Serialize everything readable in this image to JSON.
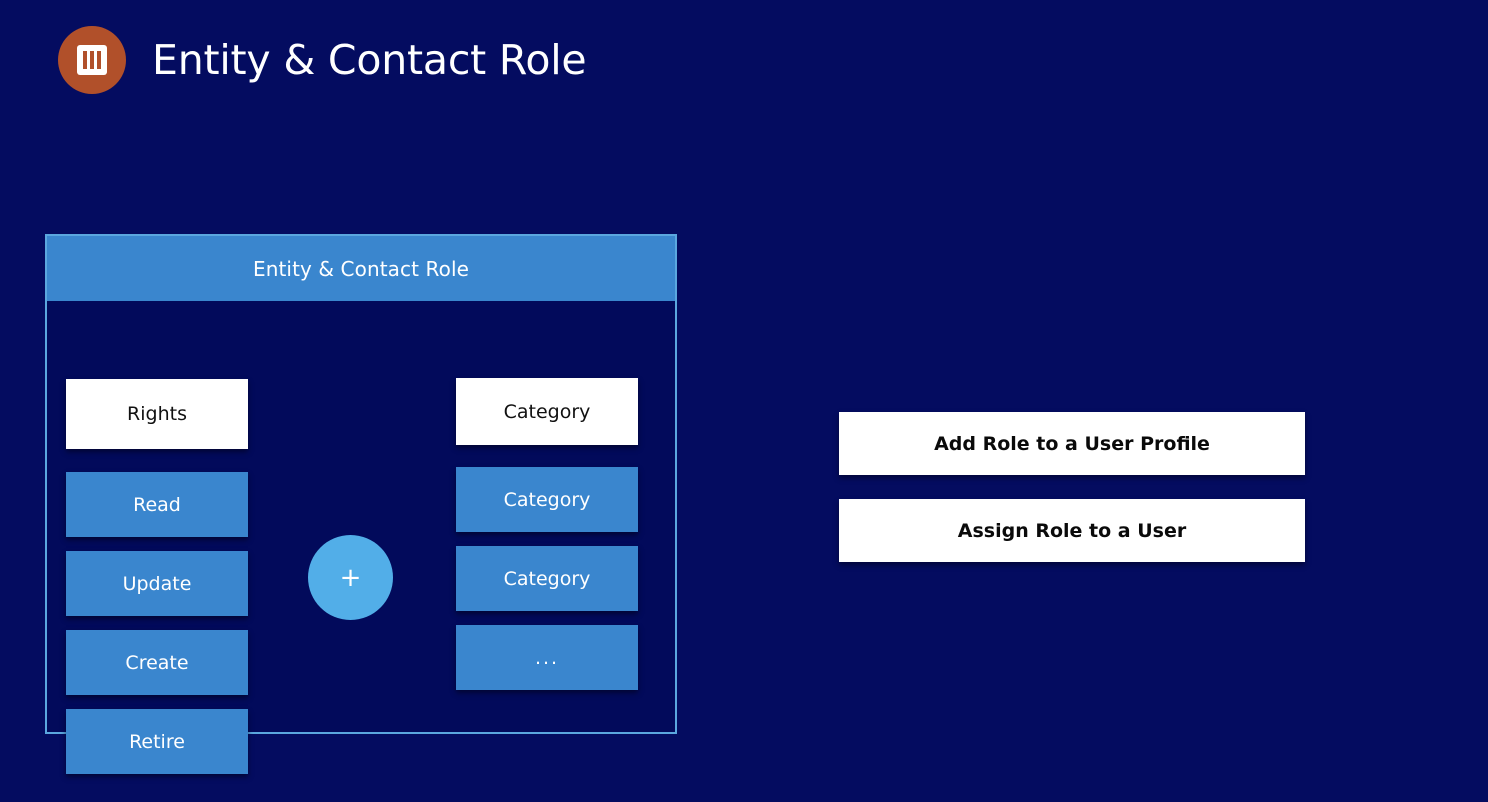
{
  "page": {
    "background_color": "#040C60",
    "title": "Entity & Contact Role",
    "brand_icon": "columns-icon",
    "brand_color": "#B1502A"
  },
  "card": {
    "header_title": "Entity & Contact Role",
    "accent_color": "#3A86CE",
    "border_color": "#5BA7DF",
    "rights_column": {
      "header": "Rights",
      "items": [
        {
          "label": "Read"
        },
        {
          "label": "Update"
        },
        {
          "label": "Create"
        },
        {
          "label": "Retire"
        }
      ]
    },
    "category_column": {
      "header": "Category",
      "items": [
        {
          "label": "Category"
        },
        {
          "label": "Category"
        },
        {
          "label": "..."
        }
      ]
    },
    "add_button": {
      "icon": "plus-icon",
      "label": "+",
      "color": "#52AEE8"
    }
  },
  "actions": {
    "buttons": [
      {
        "label": "Add Role to a User Profile"
      },
      {
        "label": "Assign Role to a User"
      }
    ]
  }
}
